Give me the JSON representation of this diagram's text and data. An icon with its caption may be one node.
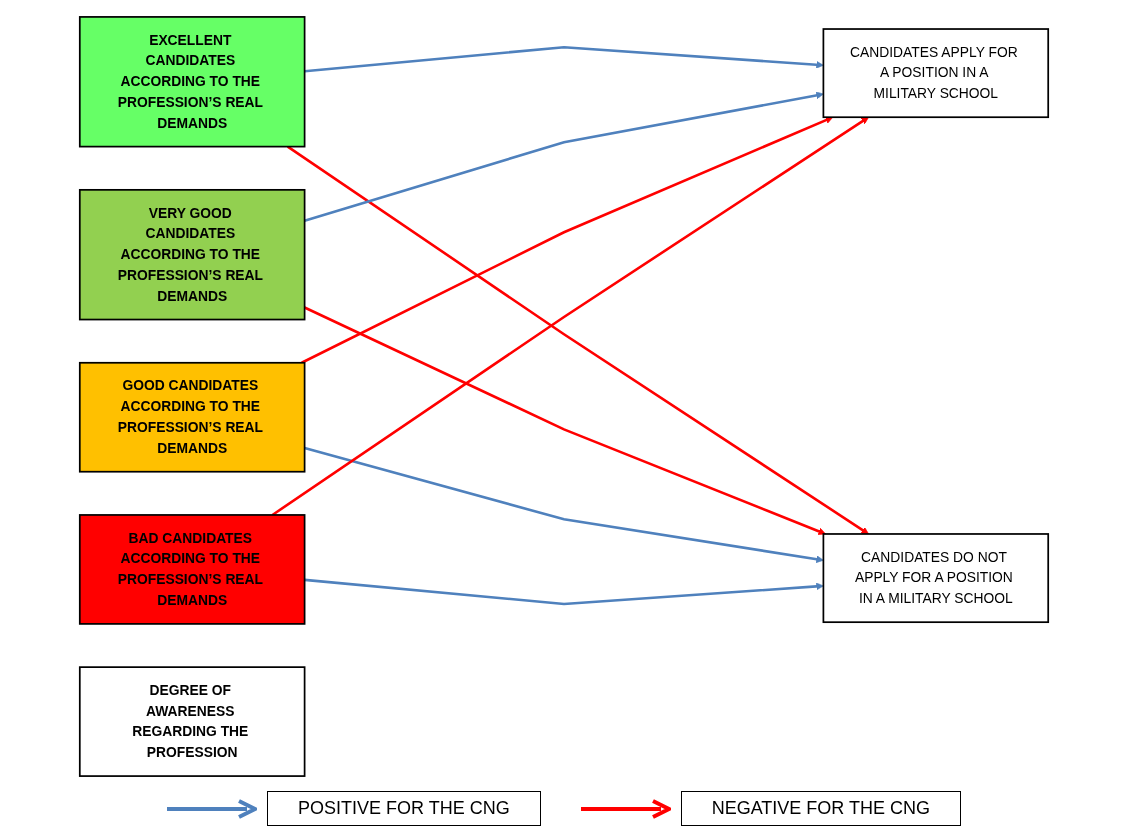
{
  "diagram": {
    "nodes": [
      {
        "text": [
          "EXCELLENT CANDIDATES ACCORDING TO THE PROFESSION’S REAL DEMANDS"
        ]
      },
      {
        "text": [
          "VERY GOOD CANDIDATES ACCORDING TO THE PROFESSION’S REAL DEMANDS"
        ]
      },
      {
        "text": [
          "GOOD CANDIDATES ACCORDING TO THE PROFESSION’S REAL DEMANDS"
        ]
      },
      {
        "text": [
          "BAD CANDIDATES ACCORDING TO THE PROFESSION’S REAL DEMANDS"
        ]
      },
      {
        "text": [
          "DEGREE OF AWARENESS REGARDING THE PROFESSION"
        ]
      },
      {
        "text": [
          "CANDIDATES APPLY FOR A POSITION IN A MILITARY SCHOOL"
        ]
      },
      {
        "text": [
          "CANDIDATES DO NOT APPLY FOR A POSITION IN A MILITARY SCHOOL"
        ]
      }
    ],
    "edges": [
      {
        "from": 0,
        "to": 5,
        "arrow": "to",
        "color": "#4f81bd"
      },
      {
        "from": 0,
        "to": 6,
        "arrow": "to",
        "color": "#ff0000"
      },
      {
        "from": 1,
        "to": 5,
        "arrow": "to",
        "color": "#4f81bd"
      },
      {
        "from": 1,
        "to": 6,
        "arrow": "to",
        "color": "#ff0000"
      },
      {
        "from": 2,
        "to": 5,
        "arrow": "to",
        "color": "#ff0000"
      },
      {
        "from": 2,
        "to": 6,
        "arrow": "to",
        "color": "#4f81bd"
      },
      {
        "from": 3,
        "to": 5,
        "arrow": "to",
        "color": "#ff0000"
      },
      {
        "from": 3,
        "to": 6,
        "arrow": "to",
        "color": "#4f81bd"
      }
    ],
    "legend": [
      {
        "text": "POSITIVE FOR THE CNG"
      },
      {
        "text": "NEGATIVE FOR THE CNG"
      }
    ]
  }
}
